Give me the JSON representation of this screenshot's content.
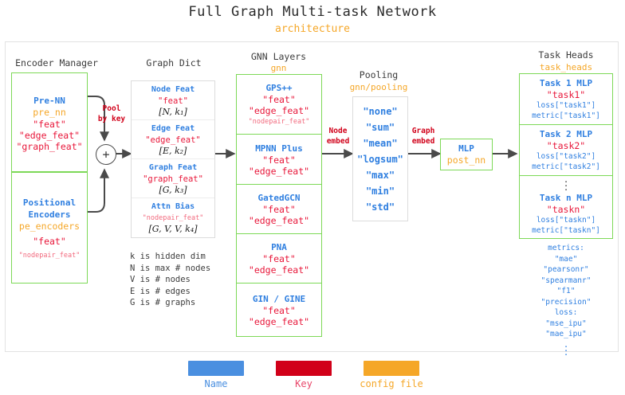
{
  "header": {
    "title": "Full Graph Multi-task Network",
    "subtitle": "architecture"
  },
  "columns": {
    "encoder_manager": {
      "title": "Encoder Manager",
      "config": ""
    },
    "graph_dict": {
      "title": "Graph Dict",
      "config": ""
    },
    "gnn_layers": {
      "title": "GNN Layers",
      "config": "gnn"
    },
    "pooling": {
      "title": "Pooling",
      "config": "gnn/pooling"
    },
    "task_heads": {
      "title": "Task Heads",
      "config": "task_heads"
    }
  },
  "encoder_manager": {
    "blocks": [
      {
        "name": "Pre-NN",
        "config": "pre_nn",
        "keys": [
          "\"feat\"",
          "\"edge_feat\"",
          "\"graph_feat\""
        ]
      },
      {
        "name_line1": "Positional",
        "name_line2": "Encoders",
        "config": "pe_encoders",
        "keys": [
          "\"feat\""
        ],
        "small_keys": [
          "\"nodepair_feat\""
        ]
      }
    ]
  },
  "graph_dict": {
    "entries": [
      {
        "name": "Node Feat",
        "key": "\"feat\"",
        "shape": "[N, k₁]"
      },
      {
        "name": "Edge Feat",
        "key": "\"edge_feat\"",
        "shape": "[E, k₂]"
      },
      {
        "name": "Graph Feat",
        "key": "\"graph_feat\"",
        "shape": "[G, k₃]"
      },
      {
        "name": "Attn Bias",
        "key": "\"nodepair_feat\"",
        "shape": "[G, V, V, k₄]"
      }
    ],
    "legend": [
      "k is hidden dim",
      "N is max # nodes",
      "V is # nodes",
      "E is # edges",
      "G is # graphs"
    ]
  },
  "gnn_layers": {
    "blocks": [
      {
        "name": "GPS++",
        "keys": [
          "\"feat\"",
          "\"edge_feat\""
        ],
        "small_keys": [
          "\"nodepair_feat\""
        ]
      },
      {
        "name": "MPNN Plus",
        "keys": [
          "\"feat\"",
          "\"edge_feat\""
        ],
        "small_keys": []
      },
      {
        "name": "GatedGCN",
        "keys": [
          "\"feat\"",
          "\"edge_feat\""
        ],
        "small_keys": []
      },
      {
        "name": "PNA",
        "keys": [
          "\"feat\"",
          "\"edge_feat\""
        ],
        "small_keys": []
      },
      {
        "name": "GIN / GINE",
        "keys": [
          "\"feat\"",
          "\"edge_feat\""
        ],
        "small_keys": []
      }
    ]
  },
  "pooling": {
    "options": [
      "\"none\"",
      "\"sum\"",
      "\"mean\"",
      "\"logsum\"",
      "\"max\"",
      "\"min\"",
      "\"std\""
    ]
  },
  "post_nn": {
    "name": "MLP",
    "config": "post_nn"
  },
  "task_heads": {
    "blocks": [
      {
        "name": "Task 1 MLP",
        "key": "\"task1\"",
        "loss": "loss[\"task1\"]",
        "metric": "metric[\"task1\"]"
      },
      {
        "name": "Task 2 MLP",
        "key": "\"task2\"",
        "loss": "loss[\"task2\"]",
        "metric": "metric[\"task2\"]"
      },
      {
        "name": "Task n MLP",
        "key": "\"taskn\"",
        "loss": "loss[\"taskn\"]",
        "metric": "metric[\"taskn\"]"
      }
    ],
    "metrics_label": "metrics:",
    "metrics": [
      "\"mae\"",
      "\"pearsonr\"",
      "\"spearmanr\"",
      "\"f1\"",
      "\"precision\""
    ],
    "loss_label": "loss:",
    "losses": [
      "\"mse_ipu\"",
      "\"mae_ipu\""
    ]
  },
  "arrow_labels": {
    "pool_by_key_l1": "Pool",
    "pool_by_key_l2": "by key",
    "node_embed_l1": "Node",
    "node_embed_l2": "embed",
    "graph_embed_l1": "Graph",
    "graph_embed_l2": "embed"
  },
  "legend": {
    "items": [
      {
        "label": "Name",
        "color": "#4a8fe0"
      },
      {
        "label": "Key",
        "color": "#d10019"
      },
      {
        "label": "config file",
        "color": "#f5a728"
      }
    ]
  },
  "colors": {
    "name_blue": "#2f7fe0",
    "key_red": "#d10019",
    "config_orange": "#f5a728",
    "box_green": "#7dd957"
  }
}
